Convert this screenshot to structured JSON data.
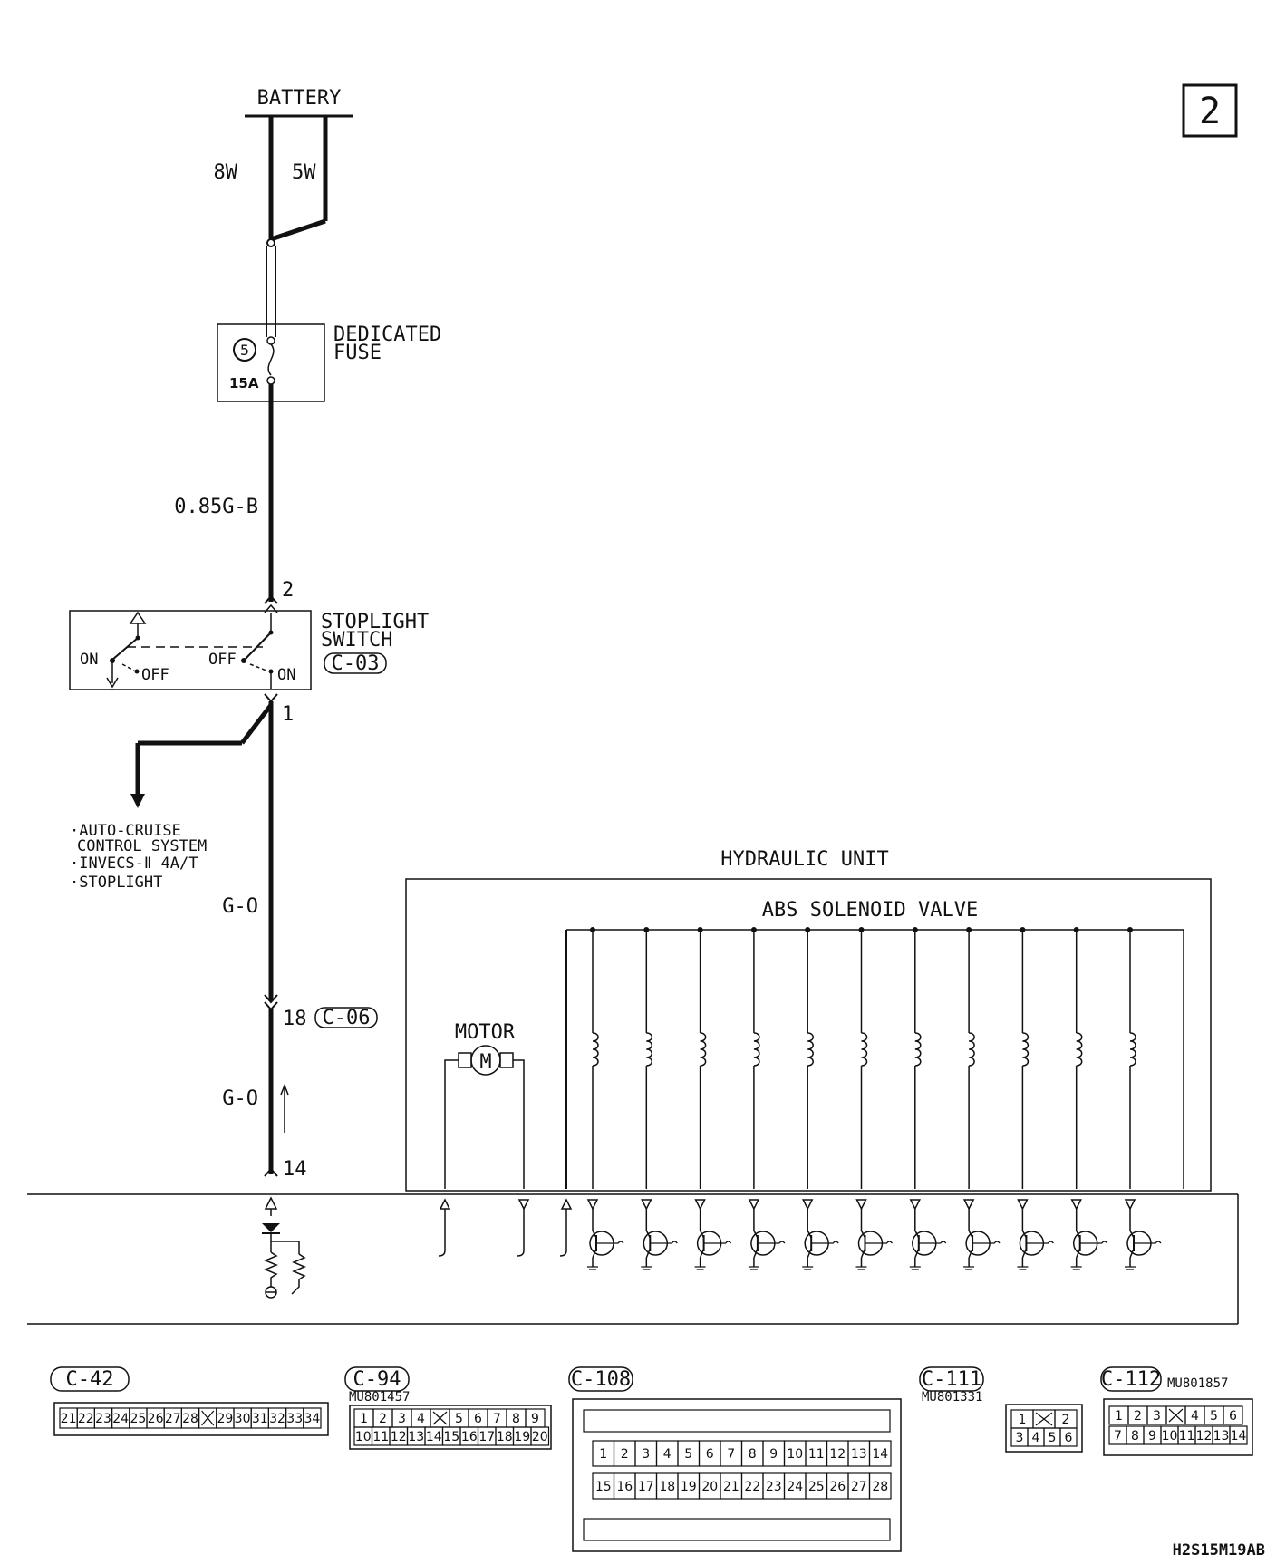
{
  "page": {
    "number": "2",
    "code": "H2S15M19AB"
  },
  "power": {
    "battery": "BATTERY",
    "wire_left": "8W",
    "wire_right": "5W"
  },
  "fuse": {
    "label_line1": "DEDICATED",
    "label_line2": "FUSE",
    "number": "5",
    "rating": "15A"
  },
  "wires": {
    "fuse_out": "0.85G-B",
    "switch_out": "G-O",
    "connector_out": "G-O"
  },
  "stoplight_switch": {
    "label_line1": "STOPLIGHT",
    "label_line2": "SWITCH",
    "connector": "C-03",
    "pin_in": "2",
    "pin_out": "1",
    "left_on": "ON",
    "left_off": "OFF",
    "right_off": "OFF",
    "right_on": "ON"
  },
  "branch_destinations": [
    {
      "bullet": "·",
      "text": "AUTO-CRUISE"
    },
    {
      "bullet": "",
      "text": "CONTROL SYSTEM"
    },
    {
      "bullet": "·",
      "text": "INVECS-Ⅱ 4A/T"
    },
    {
      "bullet": "·",
      "text": "STOPLIGHT"
    }
  ],
  "junction_connector": {
    "pin": "18",
    "name": "C-06"
  },
  "ecu_pin": "14",
  "hydraulic_unit": {
    "title": "HYDRAULIC UNIT",
    "motor_label": "MOTOR",
    "motor_symbol": "M",
    "valve_label": "ABS SOLENOID VALVE",
    "valve_count": 11
  },
  "connectors": {
    "c42": {
      "name": "C-42",
      "pins": [
        "21",
        "22",
        "23",
        "24",
        "25",
        "26",
        "27",
        "28",
        "",
        "29",
        "30",
        "31",
        "32",
        "33",
        "34"
      ]
    },
    "c94": {
      "name": "C-94",
      "part": "MU801457",
      "row1": [
        "1",
        "2",
        "3",
        "4",
        "",
        "5",
        "6",
        "7",
        "8",
        "9"
      ],
      "row2": [
        "10",
        "11",
        "12",
        "13",
        "14",
        "15",
        "16",
        "17",
        "18",
        "19",
        "20"
      ]
    },
    "c108": {
      "name": "C-108",
      "row1": [
        "1",
        "2",
        "3",
        "4",
        "5",
        "6",
        "7",
        "8",
        "9",
        "10",
        "11",
        "12",
        "13",
        "14"
      ],
      "row2": [
        "15",
        "16",
        "17",
        "18",
        "19",
        "20",
        "21",
        "22",
        "23",
        "24",
        "25",
        "26",
        "27",
        "28"
      ]
    },
    "c111": {
      "name": "C-111",
      "part": "MU801331",
      "row1": [
        "1",
        "",
        "2"
      ],
      "row2": [
        "3",
        "4",
        "5",
        "6"
      ]
    },
    "c112": {
      "name": "C-112",
      "part": "MU801857",
      "row1": [
        "1",
        "2",
        "3",
        "",
        "4",
        "5",
        "6"
      ],
      "row2": [
        "7",
        "8",
        "9",
        "10",
        "11",
        "12",
        "13",
        "14"
      ]
    }
  }
}
